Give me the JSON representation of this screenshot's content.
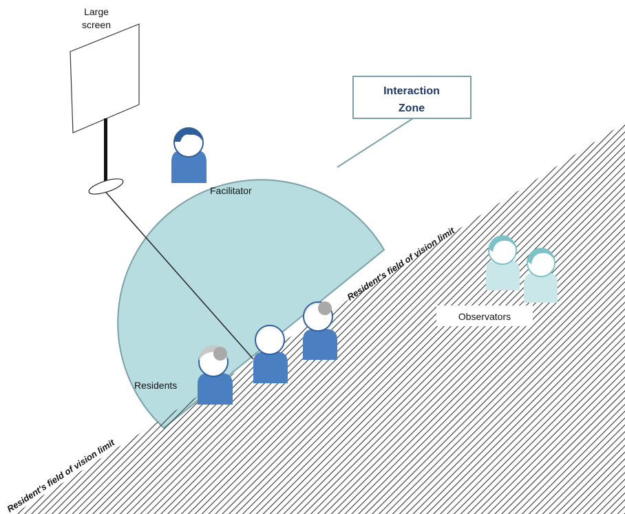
{
  "labels": {
    "large_screen_line1": "Large",
    "large_screen_line2": "screen",
    "interaction_zone_line1": "Interaction",
    "interaction_zone_line2": "Zone",
    "facilitator": "Facilitator",
    "residents": "Residents",
    "observators": "Observators",
    "vision_limit_upper": "Resident's field of vision limit",
    "vision_limit_lower": "Resident's field of vision limit"
  },
  "colors": {
    "zone_fill": "#b7dde1",
    "zone_stroke": "#7aa1a5",
    "person_blue": "#4a7fc1",
    "person_blue_dark": "#2f5e9c",
    "resident_hair": "#c8c8c8",
    "observer_body": "#c9e6e8",
    "observer_hair": "#7cc2c6",
    "hatch_line": "#333333",
    "callout_border": "#7aa1a5",
    "callout_text": "#1f3864"
  }
}
